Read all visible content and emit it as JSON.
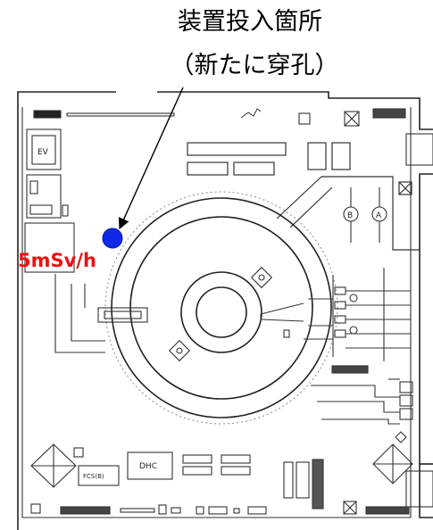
{
  "annotation": {
    "title_line1": "装置投入箇所",
    "title_line2": "（新たに穿孔）",
    "dose_rate": "5mSv/h"
  },
  "floor_plan": {
    "labels": {
      "ev": "EV",
      "valve_b": "B",
      "valve_a": "A",
      "fcs": "FCS(B)",
      "dhc": "DHC"
    }
  },
  "colors": {
    "marker": "#1028e8",
    "dose_text": "#ee1111",
    "lines": "#222222"
  }
}
